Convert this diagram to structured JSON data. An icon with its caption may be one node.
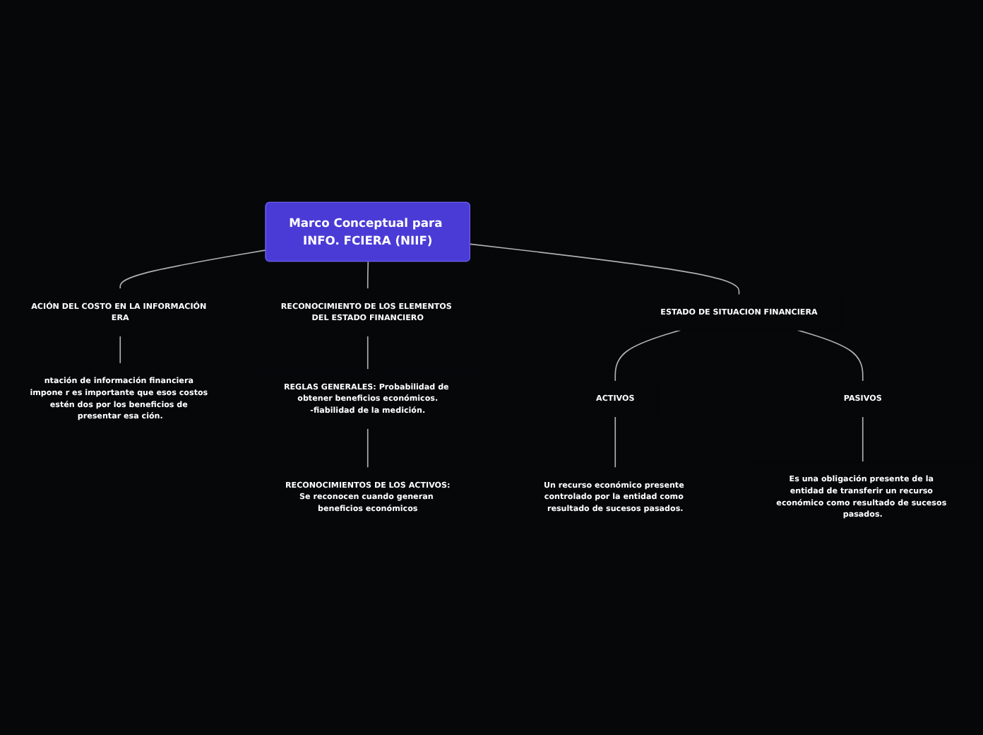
{
  "diagram": {
    "nodes": [
      {
        "text": [
          "Marco Conceptual para INFO. FCIERA (NIIF)"
        ]
      },
      {
        "text": [
          "ACIÓN DEL COSTO EN LA INFORMACIÓN ERA"
        ]
      },
      {
        "text": [
          "ntación de información financiera impone r es importante que esos costos estén dos por los beneficios de presentar esa ción."
        ]
      },
      {
        "text": [
          "RECONOCIMIENTO DE LOS ELEMENTOS DEL ESTADO FINANCIERO"
        ]
      },
      {
        "text": [
          "REGLAS GENERALES: Probabilidad de obtener beneficios económicos.",
          "-fiabilidad de la medición."
        ]
      },
      {
        "text": [
          "RECONOCIMIENTOS DE LOS ACTIVOS:",
          "Se reconocen cuando generan beneficios económicos"
        ]
      },
      {
        "text": [
          "ESTADO DE SITUACION FINANCIERA"
        ]
      },
      {
        "text": [
          "ACTIVOS"
        ]
      },
      {
        "text": [
          "PASIVOS"
        ]
      },
      {
        "text": [
          "Un recurso económico presente controlado por la entidad como resultado de sucesos pasados."
        ]
      },
      {
        "text": [
          "Es una obligación presente de la entidad de transferir un recurso económico como resultado de sucesos pasados."
        ]
      }
    ],
    "edges": [
      {
        "from": 0,
        "to": 1,
        "arrow": "none"
      },
      {
        "from": 1,
        "to": 2,
        "arrow": "none"
      },
      {
        "from": 0,
        "to": 3,
        "arrow": "none"
      },
      {
        "from": 3,
        "to": 4,
        "arrow": "none"
      },
      {
        "from": 4,
        "to": 5,
        "arrow": "none"
      },
      {
        "from": 0,
        "to": 6,
        "arrow": "none"
      },
      {
        "from": 6,
        "to": 7,
        "arrow": "none"
      },
      {
        "from": 6,
        "to": 8,
        "arrow": "none"
      },
      {
        "from": 7,
        "to": 9,
        "arrow": "none"
      },
      {
        "from": 8,
        "to": 10,
        "arrow": "none"
      }
    ]
  }
}
